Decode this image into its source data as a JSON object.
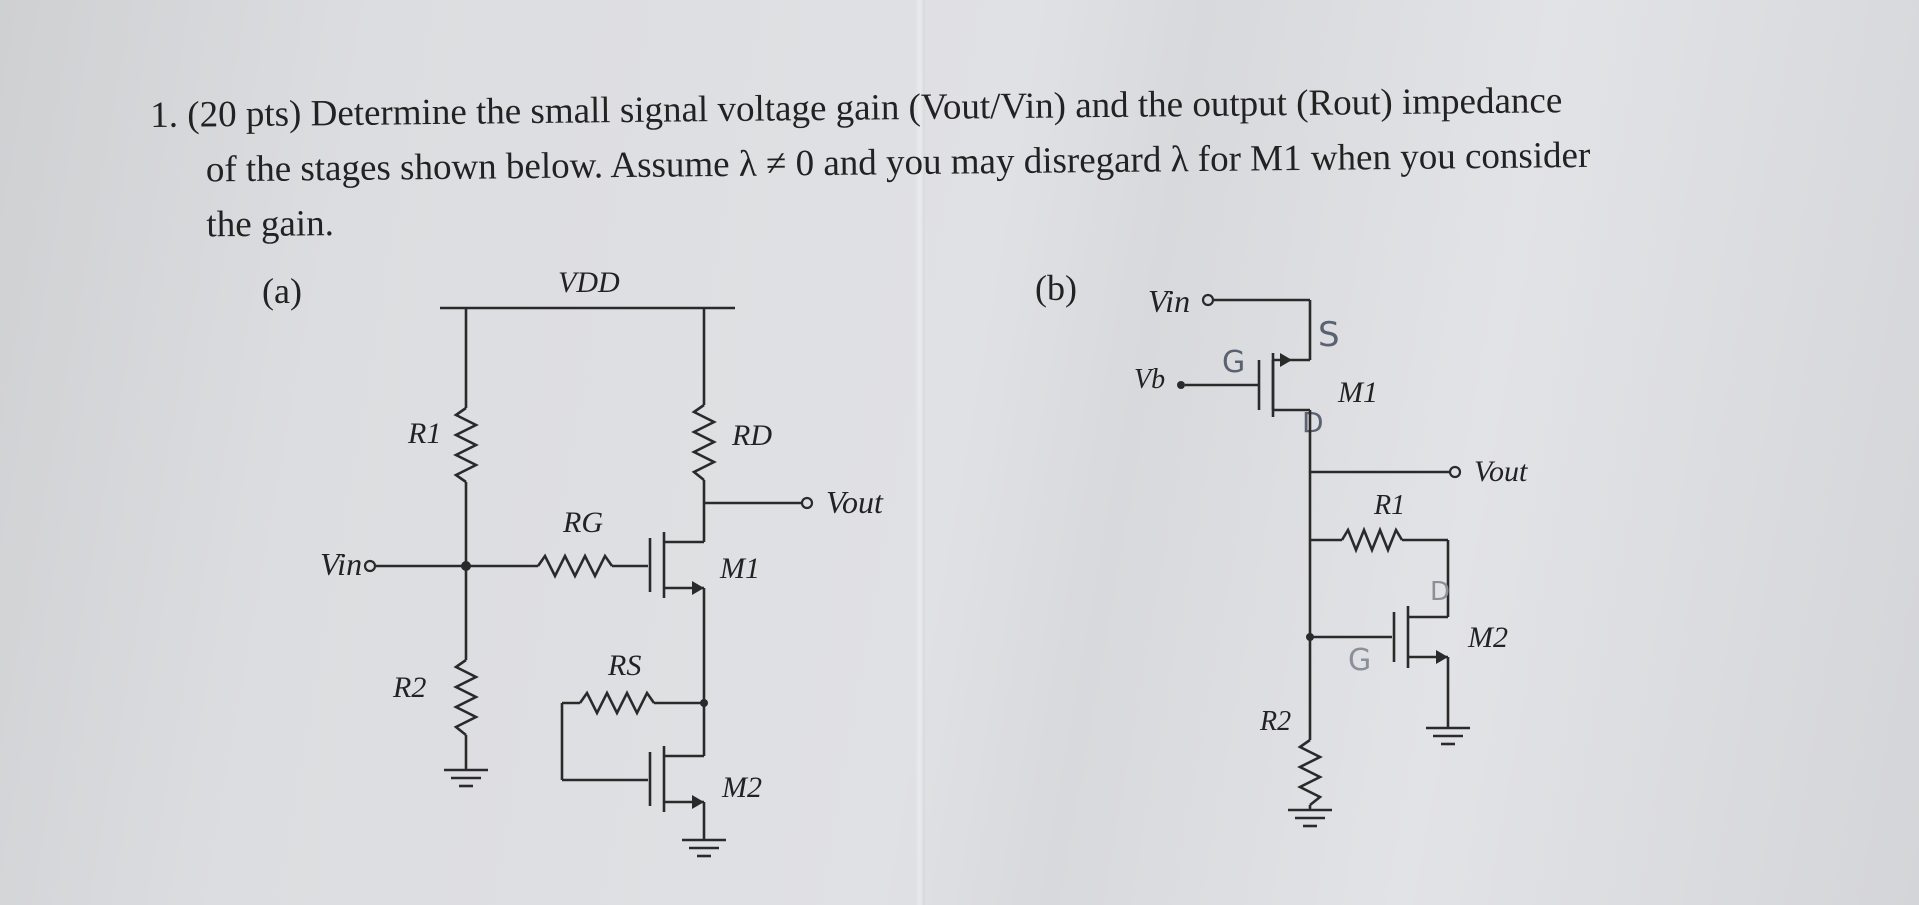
{
  "problem": {
    "number": "1.",
    "line1": "(20 pts) Determine the small signal voltage gain (Vout/Vin) and the output (Rout) impedance",
    "line2": "of the stages shown below. Assume λ ≠ 0 and you may disregard λ for M1 when you consider",
    "line3": "the gain."
  },
  "circuit_a": {
    "tag": "(a)",
    "vdd": "VDD",
    "r1": "R1",
    "r2": "R2",
    "rd": "RD",
    "rg": "RG",
    "rs": "RS",
    "m1": "M1",
    "m2": "M2",
    "vin": "Vin",
    "vout": "Vout"
  },
  "circuit_b": {
    "tag": "(b)",
    "vin": "Vin",
    "vb": "Vb",
    "m1": "M1",
    "m2": "M2",
    "r1": "R1",
    "r2": "R2",
    "vout": "Vout",
    "handwritten_s": "S",
    "handwritten_g1": "G",
    "handwritten_d": "D",
    "handwritten_g2": "G",
    "handwritten_d2": "D"
  }
}
